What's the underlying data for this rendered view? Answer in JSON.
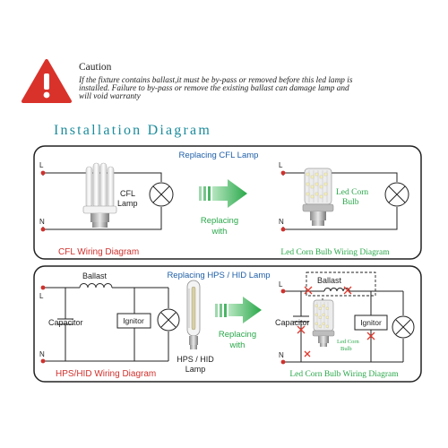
{
  "caution": {
    "title": "Caution",
    "line1": "If the fixture contains ballast,it must be by-pass or removed before this led lamp is",
    "line2": "installed. Failure to by-pass or remove the existing ballast can damage lamp and",
    "line3": "will void warranty"
  },
  "page_title": "Installation Diagram",
  "panel_cfl": {
    "header": "Replacing CFL Lamp",
    "live_left": "L",
    "neutral_left": "N",
    "lamp_label_1": "CFL",
    "lamp_label_2": "Lamp",
    "replacing_1": "Replacing",
    "replacing_2": "with",
    "left_caption": "CFL Wiring Diagram",
    "live_right": "L",
    "neutral_right": "N",
    "bulb_label_1": "Led Corn",
    "bulb_label_2": "Bulb",
    "right_caption": "Led Corn Bulb Wiring Diagram"
  },
  "panel_hid": {
    "header": "Replacing HPS / HID Lamp",
    "live_left": "L",
    "neutral_left": "N",
    "ballast_left": "Ballast",
    "capacitor_left": "Capacitor",
    "ignitor_left": "Ignitor",
    "lamp_label_1": "HPS / HID",
    "lamp_label_2": "Lamp",
    "replacing_1": "Replacing",
    "replacing_2": "with",
    "left_caption": "HPS/HID Wiring Diagram",
    "live_right": "L",
    "neutral_right": "N",
    "ballast_right": "Ballast",
    "capacitor_right": "Capacitor",
    "ignitor_right": "Ignitor",
    "bulb_label_1": "Led Corn",
    "bulb_label_2": "Bulb",
    "right_caption": "Led Corn Bulb Wiring Diagram"
  },
  "colors": {
    "warning_red": "#d9322b",
    "title_teal": "#1c8c9c",
    "header_blue": "#1f5fa8",
    "caption_red": "#d0312d",
    "arrow_green": "#2aa84a",
    "cut_mark_red": "#e03a2f"
  }
}
